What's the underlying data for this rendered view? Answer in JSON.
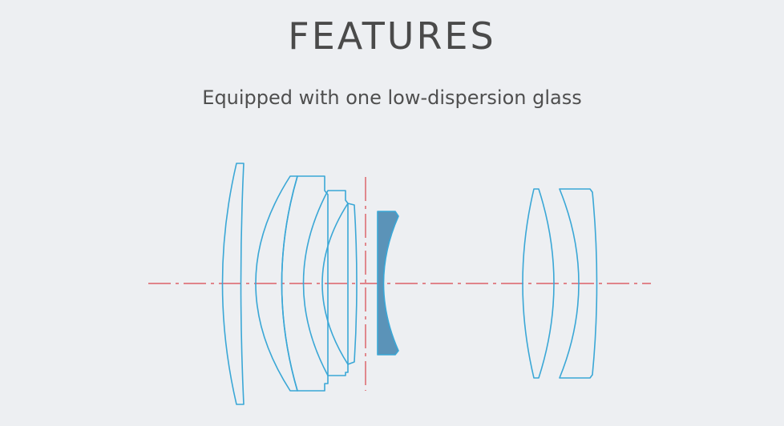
{
  "heading": {
    "title": "FEATURES",
    "subtitle": "Equipped with one low-dispersion glass"
  },
  "diagram": {
    "elements": [
      {
        "name": "lens-element-1",
        "kind": "meniscus"
      },
      {
        "name": "lens-element-2",
        "kind": "meniscus"
      },
      {
        "name": "lens-element-3",
        "kind": "meniscus"
      },
      {
        "name": "lens-element-4",
        "kind": "meniscus"
      },
      {
        "name": "lens-element-5",
        "kind": "meniscus"
      },
      {
        "name": "lens-element-6-low-dispersion",
        "kind": "biconcave",
        "highlighted": true
      },
      {
        "name": "lens-element-7",
        "kind": "biconvex"
      },
      {
        "name": "lens-element-8",
        "kind": "meniscus"
      }
    ],
    "colors": {
      "lens_outline": "#3aa7d6",
      "low_dispersion_fill": "#5b93b8",
      "optical_axis": "#d9454b",
      "background": "#edeff2"
    }
  }
}
